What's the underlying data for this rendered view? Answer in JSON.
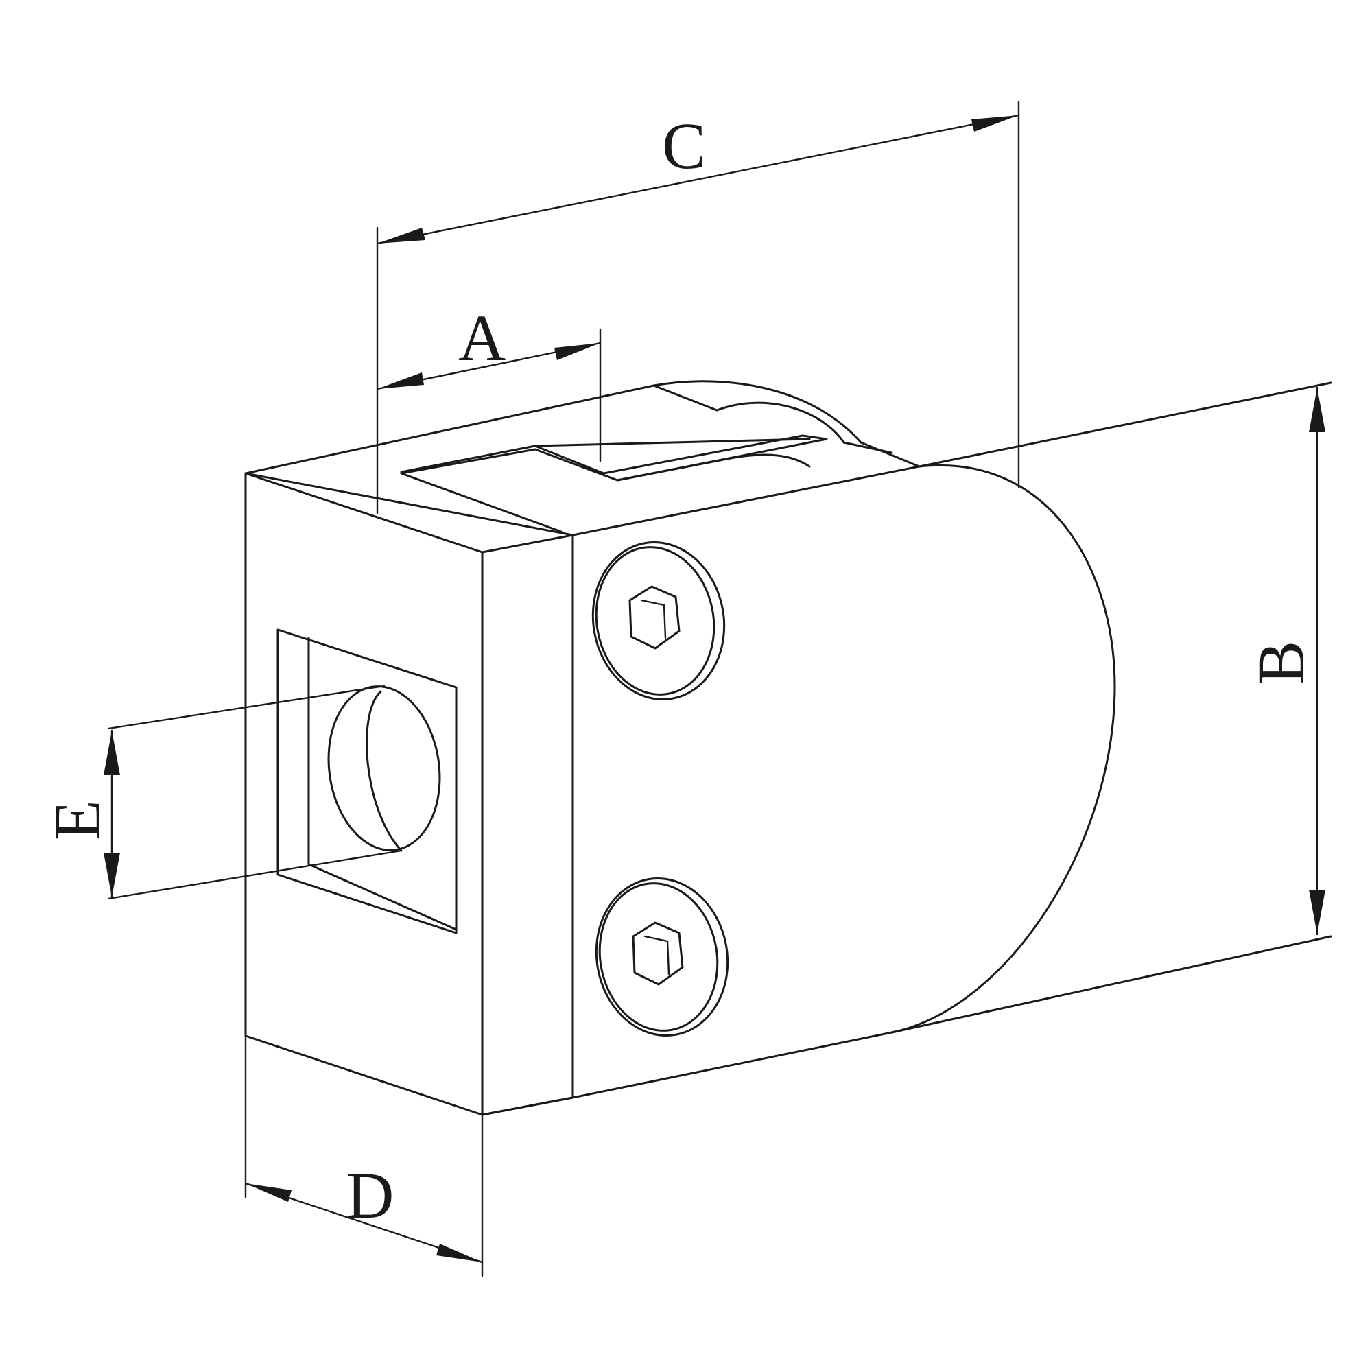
{
  "drawing": {
    "subject": "glass clamp",
    "colors": {
      "line": "#1a1a1a",
      "background": "#ffffff"
    }
  },
  "dimensions": {
    "a": "A",
    "b": "B",
    "c": "C",
    "d": "D",
    "e": "E"
  }
}
